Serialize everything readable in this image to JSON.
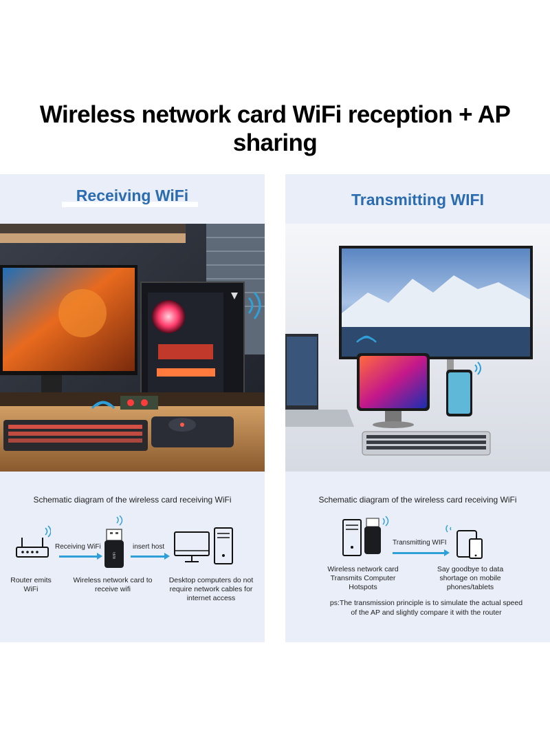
{
  "title": {
    "line1": "Wireless network card WiFi reception + AP",
    "line2": "sharing"
  },
  "left": {
    "heading": "Receiving WiFi",
    "caption": "Schematic diagram of the wireless card receiving WiFi",
    "arrow1_label": "Receiving WiFi",
    "arrow2_label": "insert host",
    "router_label": "Router emits WiFi",
    "card_label": "Wireless network card to receive wifi",
    "desktop_label": "Desktop computers do not require network cables for internet access",
    "icons": [
      "router-icon",
      "usb-wifi-adapter-icon",
      "desktop-computer-icon",
      "wifi-signal-icon"
    ]
  },
  "right": {
    "heading": "Transmitting WIFI",
    "caption": "Schematic diagram of the wireless card receiving WiFi",
    "arrow_label": "Transmitting WIFI",
    "card_label": "Wireless network card Transmits Computer Hotspots",
    "mobile_label": "Say goodbye to data shortage on mobile phones/tablets",
    "ps": "ps:The transmission principle is to simulate the actual speed of the AP and slightly compare it with the router",
    "icons": [
      "pc-tower-icon",
      "usb-wifi-adapter-icon",
      "tablet-icon",
      "phone-icon",
      "wifi-signal-icon"
    ]
  },
  "colors": {
    "accent_blue": "#2b6cb0",
    "arrow_blue": "#2f9fd8",
    "panel_bg": "#e9eef8"
  }
}
